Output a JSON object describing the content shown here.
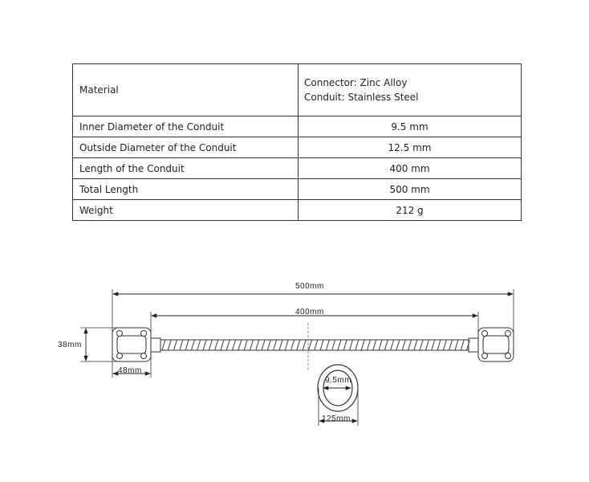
{
  "specs": [
    {
      "label": "Material",
      "value_lines": [
        "Connector: Zinc Alloy",
        "Conduit: Stainless Steel"
      ]
    },
    {
      "label": "Inner Diameter of the Conduit",
      "value": "9.5 mm"
    },
    {
      "label": "Outside Diameter of the Conduit",
      "value": "12.5 mm"
    },
    {
      "label": "Length of the Conduit",
      "value": "400 mm"
    },
    {
      "label": "Total Length",
      "value": "500 mm"
    },
    {
      "label": "Weight",
      "value": "212 g"
    }
  ],
  "diagram": {
    "total_length": "500mm",
    "conduit_length": "400mm",
    "connector_height": "38mm",
    "connector_width": "48mm",
    "inner_diameter": "9.5mm",
    "outer_diameter": "125mm"
  }
}
